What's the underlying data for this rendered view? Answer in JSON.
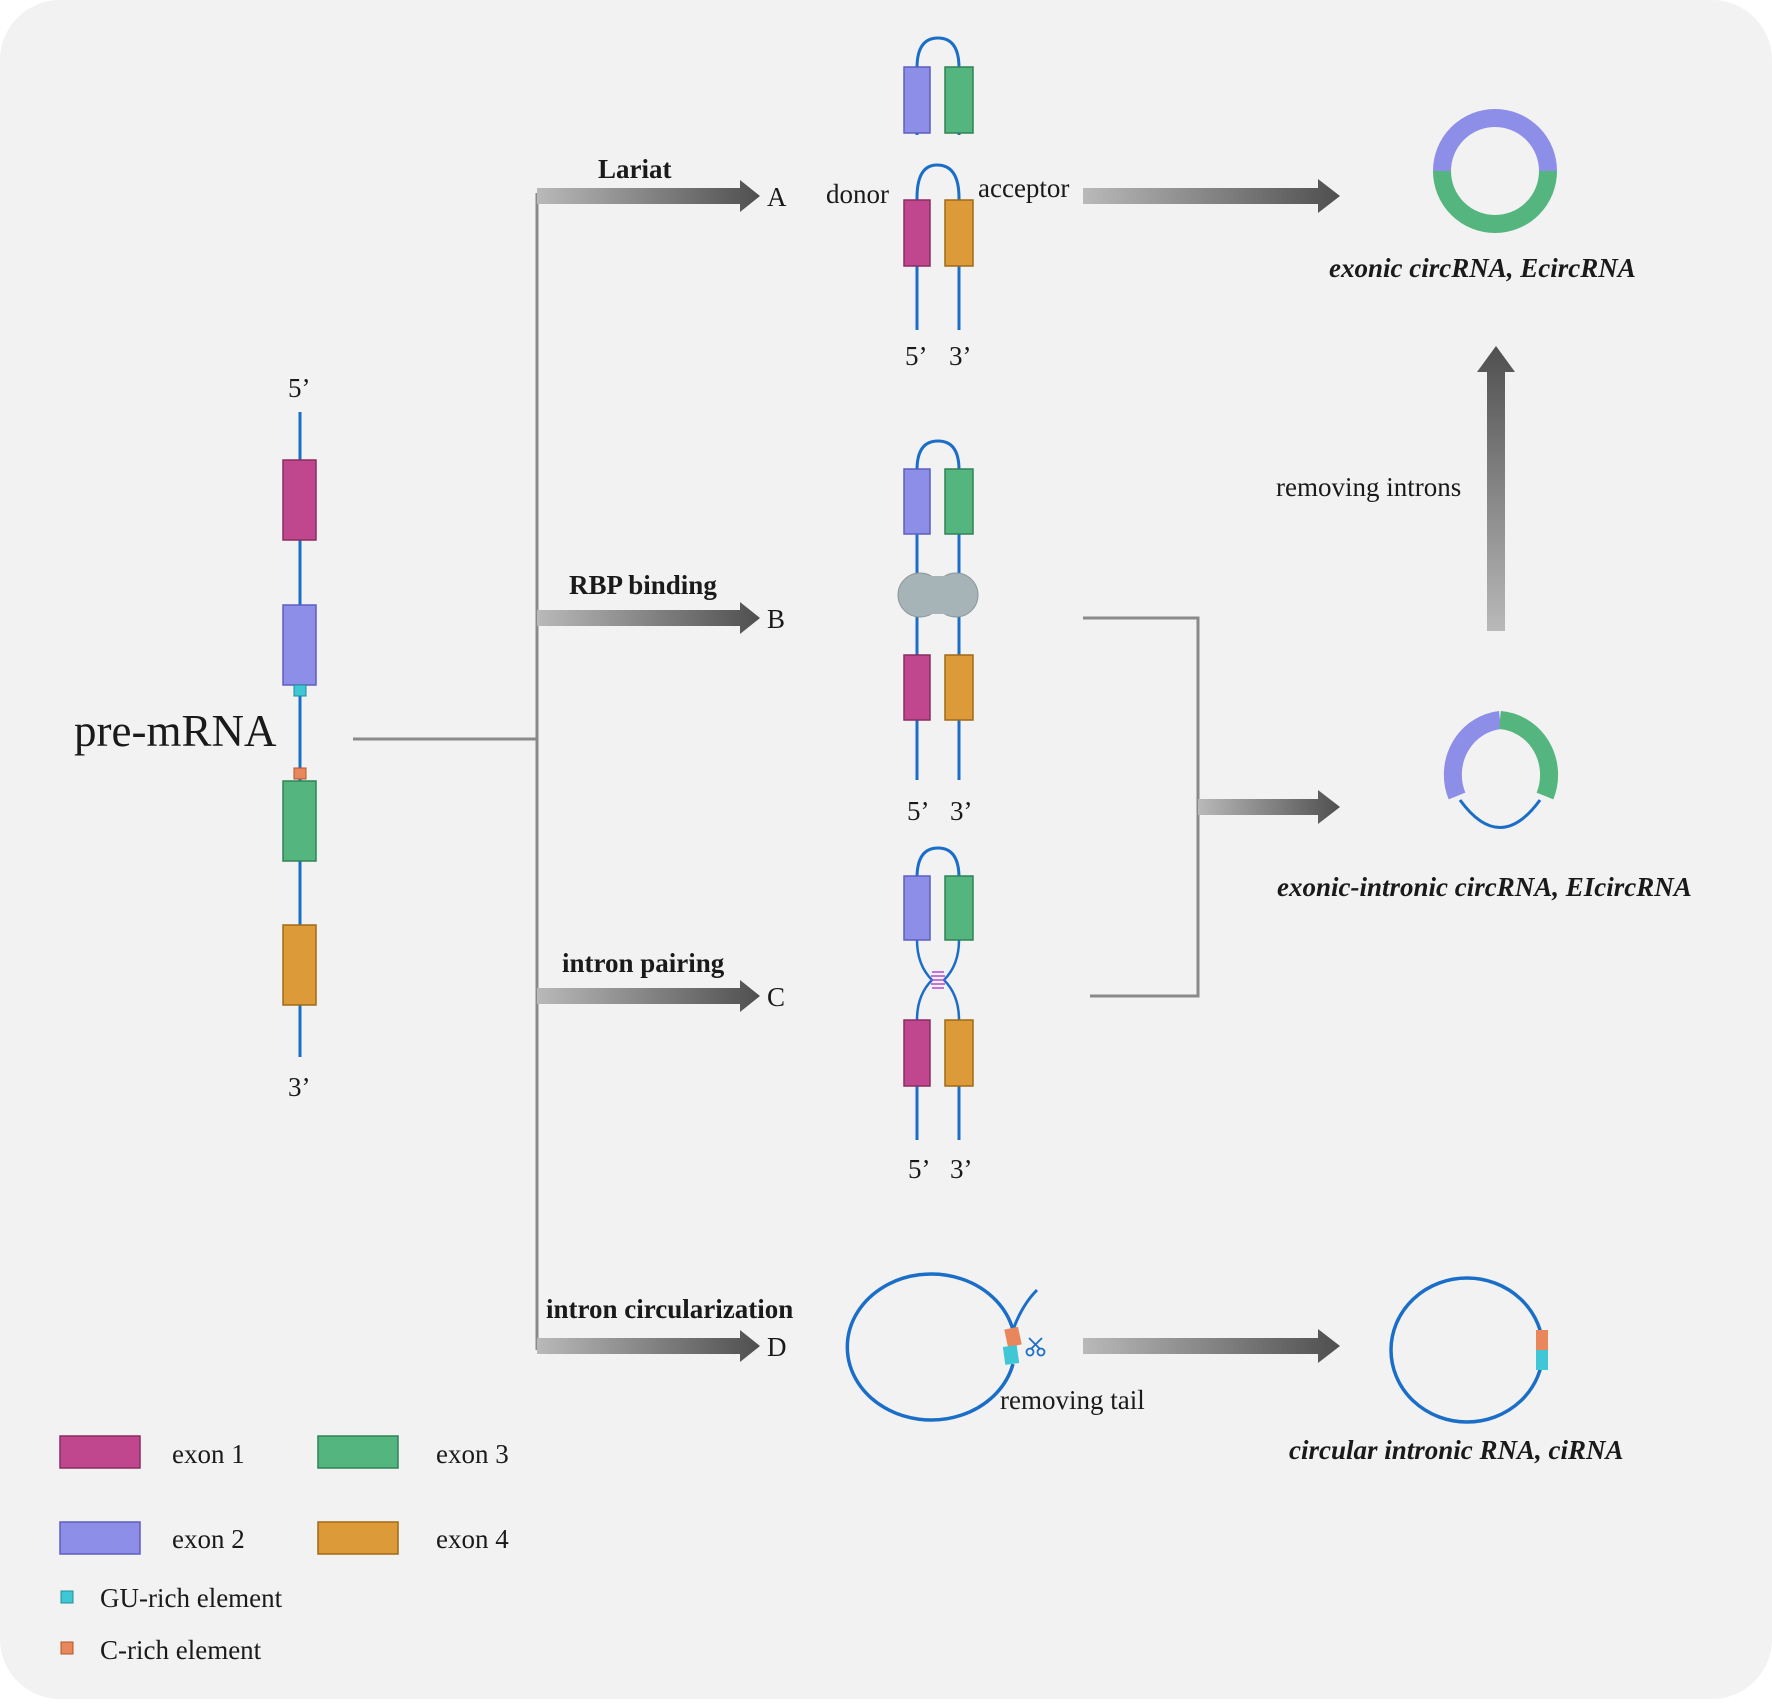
{
  "colors": {
    "background": "#f2f2f2",
    "exon1": "#c0468e",
    "exon2": "#8c8ee8",
    "exon3": "#55b57e",
    "exon4": "#dc9a38",
    "gu_rich": "#3fc7d6",
    "c_rich": "#e9865c",
    "rna_line": "#1b6ec8",
    "connector": "#8a8a8a",
    "arrow": "#6e6e6e",
    "rbp": "#a7b4b7"
  },
  "pre_mrna": {
    "label": "pre-mRNA",
    "five_prime": "5’",
    "three_prime": "3’"
  },
  "pathways": [
    {
      "id": "A",
      "name": "Lariat",
      "donor": "donor",
      "acceptor": "acceptor",
      "five_prime": "5’",
      "three_prime": "3’",
      "product": "exonic circRNA, EcircRNA"
    },
    {
      "id": "B",
      "name": "RBP binding",
      "five_prime": "5’",
      "three_prime": "3’"
    },
    {
      "id": "C",
      "name": "intron pairing",
      "five_prime": "5’",
      "three_prime": "3’",
      "product": "exonic-intronic circRNA, EIcircRNA"
    },
    {
      "id": "D",
      "name": "intron circularization",
      "step": "removing tail",
      "product": "circular intronic RNA, ciRNA"
    }
  ],
  "removing_introns": "removing introns",
  "legend": {
    "exon1": "exon 1",
    "exon2": "exon 2",
    "exon3": "exon 3",
    "exon4": "exon 4",
    "gu_rich": "GU-rich element",
    "c_rich": "C-rich element"
  },
  "icons": {
    "scissors": "scissors-icon"
  }
}
